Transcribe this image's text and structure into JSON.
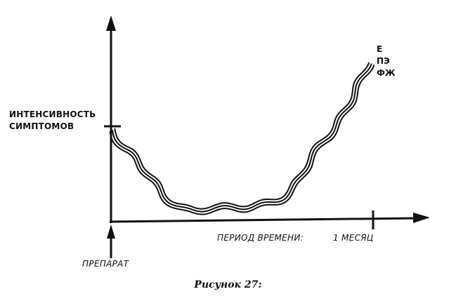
{
  "diagram": {
    "y_axis_label_line1": "ИНТЕНСИВНОСТЬ",
    "y_axis_label_line2": "СИМПТОМОВ",
    "legend": [
      "Е",
      "ПЭ",
      "ФЖ"
    ],
    "x_axis_label": "ПЕРИОД ВРЕМЕНИ:",
    "x_tick_label": "1 МЕСЯЦ",
    "start_label": "ПРЕПАРАТ",
    "caption": "Рисунок 27:",
    "line_color": "#111111"
  }
}
